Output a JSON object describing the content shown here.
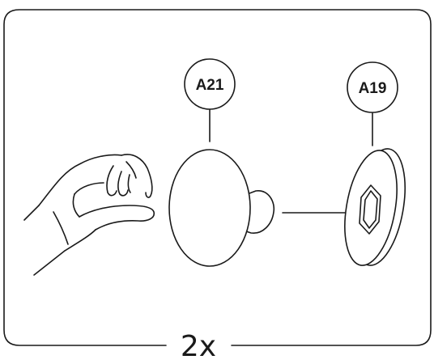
{
  "diagram": {
    "part_labels": {
      "knob": "A21",
      "base": "A19"
    },
    "quantity": "2x",
    "icons": {
      "hand": "hand-icon",
      "knob": "knob-icon",
      "base": "mounting-base-icon"
    },
    "colors": {
      "line": "#1a1a1a",
      "background": "#ffffff"
    }
  }
}
